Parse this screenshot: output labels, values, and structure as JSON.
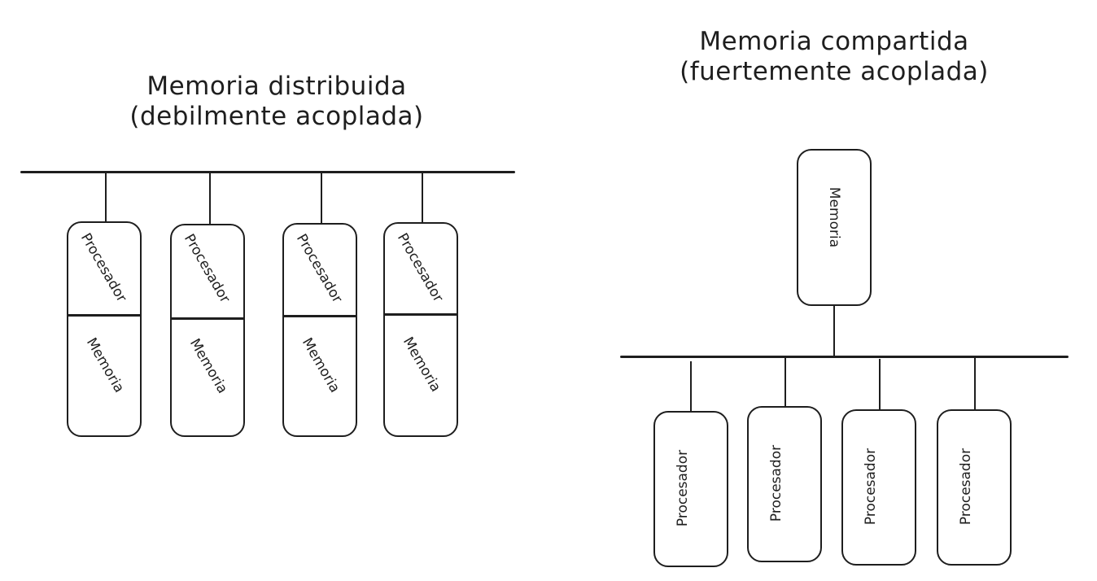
{
  "diagram": {
    "left": {
      "title_line1": "Memoria distribuida",
      "title_line2": "(debilmente acoplada)",
      "nodes": [
        {
          "top_label": "Procesador",
          "bottom_label": "Memoria"
        },
        {
          "top_label": "Procesador",
          "bottom_label": "Memoria"
        },
        {
          "top_label": "Procesador",
          "bottom_label": "Memoria"
        },
        {
          "top_label": "Procesador",
          "bottom_label": "Memoria"
        }
      ]
    },
    "right": {
      "title_line1": "Memoria compartida",
      "title_line2": "(fuertemente acoplada)",
      "shared_memory_label": "Memoria",
      "processors": [
        {
          "label": "Procesador"
        },
        {
          "label": "Procesador"
        },
        {
          "label": "Procesador"
        },
        {
          "label": "Procesador"
        }
      ]
    },
    "colors": {
      "stroke": "#1e1e1e",
      "background": "#ffffff"
    }
  }
}
